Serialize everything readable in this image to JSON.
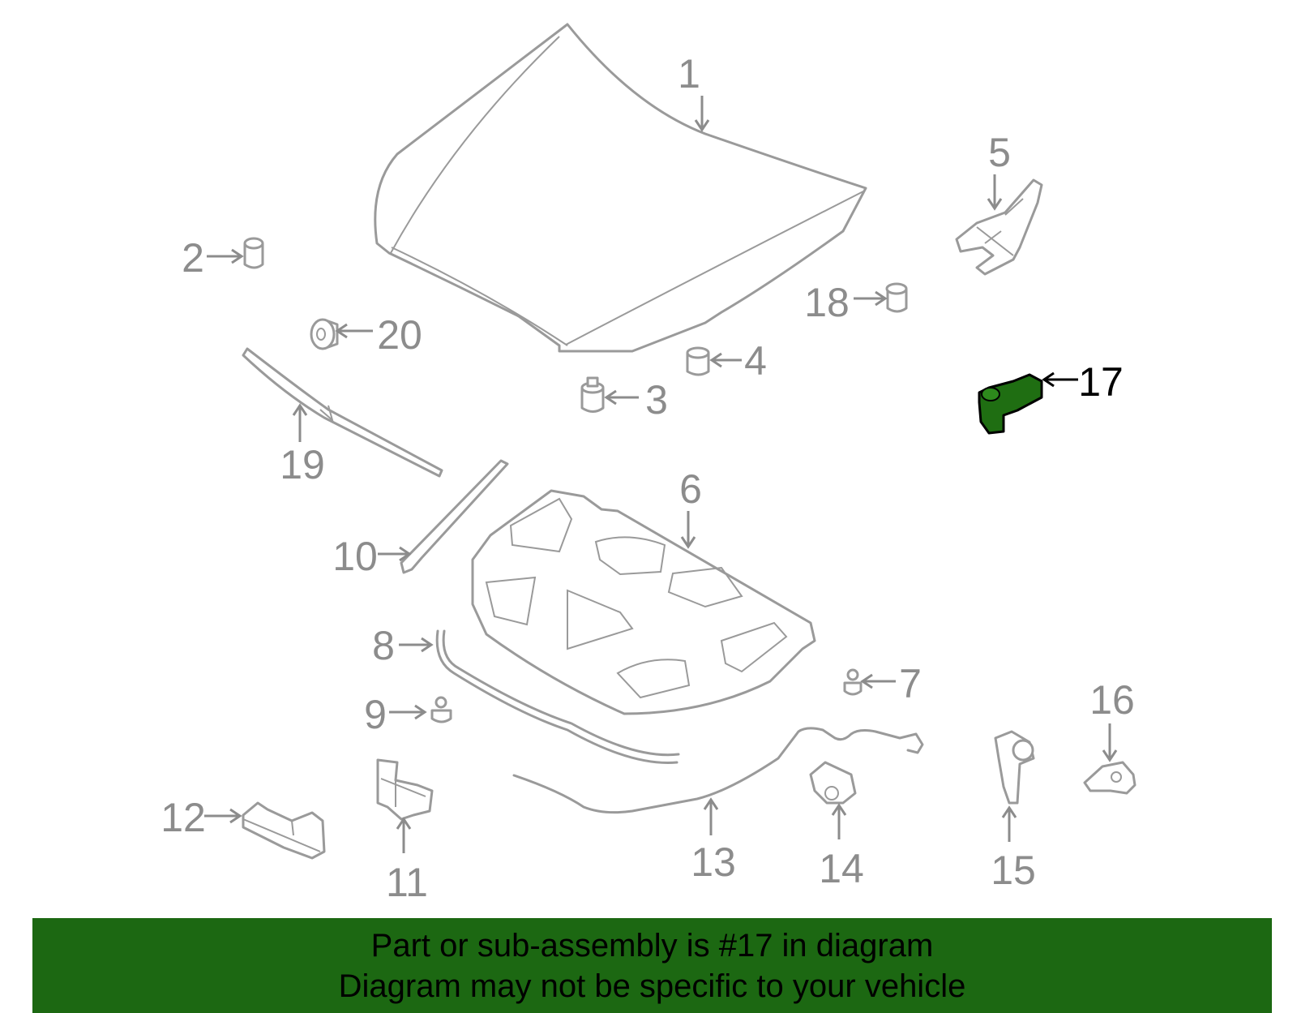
{
  "callouts": {
    "c1": "1",
    "c2": "2",
    "c3": "3",
    "c4": "4",
    "c5": "5",
    "c6": "6",
    "c7": "7",
    "c8": "8",
    "c9": "9",
    "c10": "10",
    "c11": "11",
    "c12": "12",
    "c13": "13",
    "c14": "14",
    "c15": "15",
    "c16": "16",
    "c17": "17",
    "c18": "18",
    "c19": "19",
    "c20": "20"
  },
  "highlighted_part": "17",
  "colors": {
    "banner": "#1c6812",
    "highlight": "#1f6e12",
    "line": "#9a9a9a"
  },
  "banner": {
    "line1": "Part or sub-assembly is #17 in diagram",
    "line2": "Diagram may not be specific to your vehicle"
  }
}
